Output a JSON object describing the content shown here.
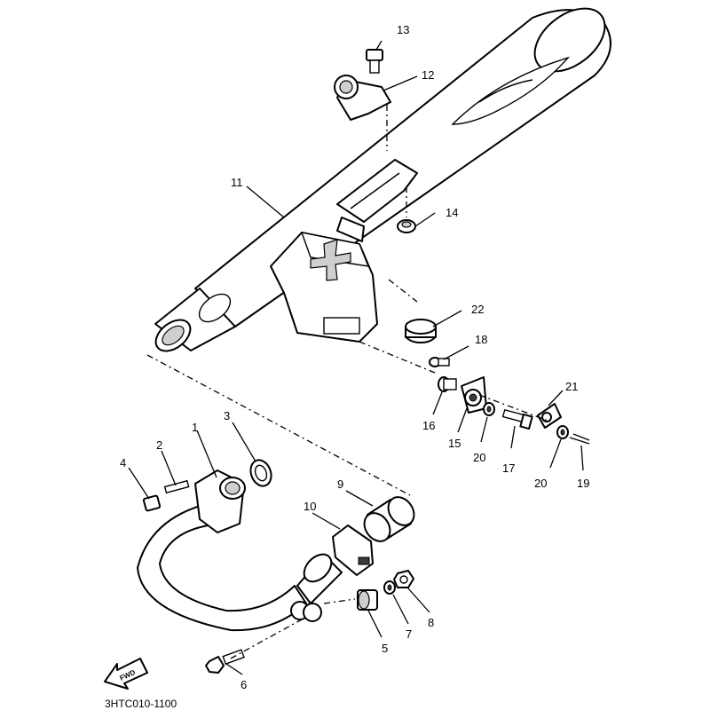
{
  "diagram": {
    "callouts": [
      {
        "id": "1",
        "label": "1"
      },
      {
        "id": "2",
        "label": "2"
      },
      {
        "id": "3",
        "label": "3"
      },
      {
        "id": "4",
        "label": "4"
      },
      {
        "id": "5",
        "label": "5"
      },
      {
        "id": "6",
        "label": "6"
      },
      {
        "id": "7",
        "label": "7"
      },
      {
        "id": "8",
        "label": "8"
      },
      {
        "id": "9",
        "label": "9"
      },
      {
        "id": "10",
        "label": "10"
      },
      {
        "id": "11",
        "label": "11"
      },
      {
        "id": "12",
        "label": "12"
      },
      {
        "id": "13",
        "label": "13"
      },
      {
        "id": "14",
        "label": "14"
      },
      {
        "id": "15",
        "label": "15"
      },
      {
        "id": "16",
        "label": "16"
      },
      {
        "id": "17",
        "label": "17"
      },
      {
        "id": "18",
        "label": "18"
      },
      {
        "id": "19",
        "label": "19"
      },
      {
        "id": "20a",
        "label": "20"
      },
      {
        "id": "20b",
        "label": "20"
      },
      {
        "id": "21",
        "label": "21"
      },
      {
        "id": "22",
        "label": "22"
      }
    ],
    "fwd_label": "FWD",
    "drawing_code": "3HTC010-1100"
  }
}
